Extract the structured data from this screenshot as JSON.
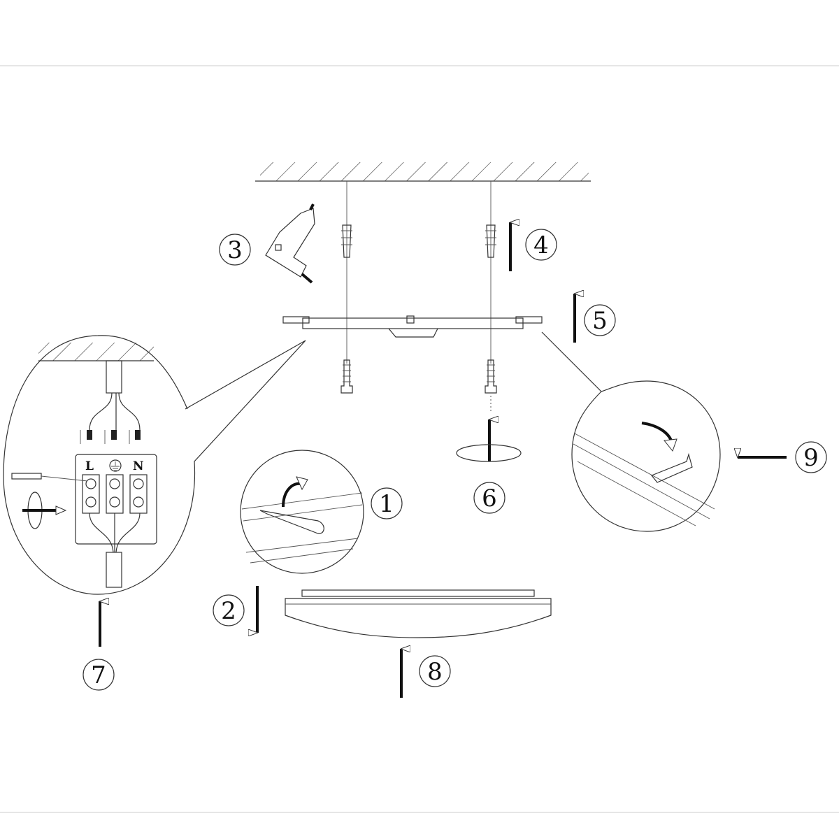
{
  "diagram": {
    "title": "Ceiling light installation steps",
    "steps": [
      "1",
      "2",
      "3",
      "4",
      "5",
      "6",
      "7",
      "8",
      "9"
    ],
    "terminal_labels": {
      "live": "L",
      "neutral": "N"
    },
    "icons": [
      "ceiling-hatch-icon",
      "drill-icon",
      "wall-plug-icon",
      "screw-icon",
      "screwdriver-icon",
      "rotate-arrow-icon",
      "ground-symbol-icon"
    ]
  }
}
